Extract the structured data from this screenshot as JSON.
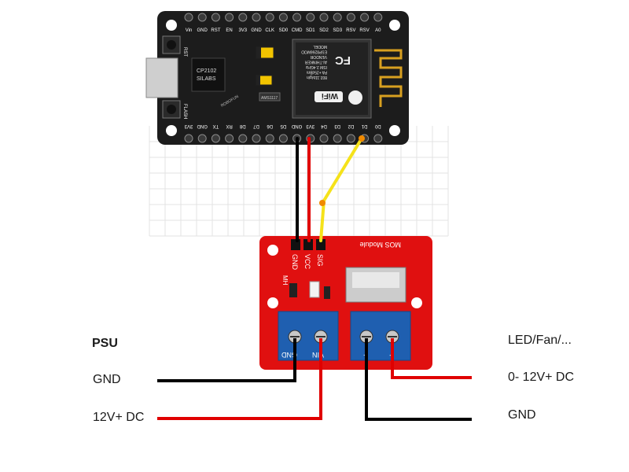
{
  "esp_board": {
    "top_pins": [
      "Vin",
      "GND",
      "RST",
      "EN",
      "3V3",
      "GND",
      "CLK",
      "SD0",
      "CMD",
      "SD1",
      "SD2",
      "SD3",
      "RSV",
      "RSV",
      "A0"
    ],
    "bottom_pins": [
      "3V3",
      "GND",
      "TX",
      "RX",
      "D8",
      "D7",
      "D6",
      "D5",
      "GND",
      "3V3",
      "D4",
      "D3",
      "D2",
      "D1",
      "D0"
    ],
    "rst_label": "RST",
    "flash_label": "FLASH",
    "chip_line1": "CP2102",
    "chip_line2": "SILABS",
    "maker_label": "ROBOFUN",
    "small_chip": "AMS1117",
    "module_lines": [
      "MODEL",
      "ESP8266MOD",
      "VENDOR",
      "AI-THINKER",
      "ISM 2.4GHz",
      "PA +25dBm",
      "802.11b/g/n"
    ],
    "fcc_label": "FC",
    "wifi_label": "WiFi"
  },
  "mos_module": {
    "title": "MOS Module",
    "side_label": "MH",
    "pin_labels": [
      "GND",
      "VCC",
      "SIG"
    ],
    "terminal_labels_left": [
      "GND",
      "VIN"
    ],
    "terminal_labels_right": [
      "−",
      "+"
    ]
  },
  "labels": {
    "psu_title": "PSU",
    "psu_gnd": "GND",
    "psu_vplus": "12V+ DC",
    "load_title": "LED/Fan/...",
    "load_vplus": "0- 12V+ DC",
    "load_gnd": "GND"
  },
  "colors": {
    "board": "#1c1c1c",
    "pcb_red": "#e01010",
    "wire_black": "#000000",
    "wire_red": "#e00000",
    "wire_yellow": "#f5e21a",
    "terminal_blue": "#1f5fb0",
    "grid": "#e3e3e3"
  }
}
